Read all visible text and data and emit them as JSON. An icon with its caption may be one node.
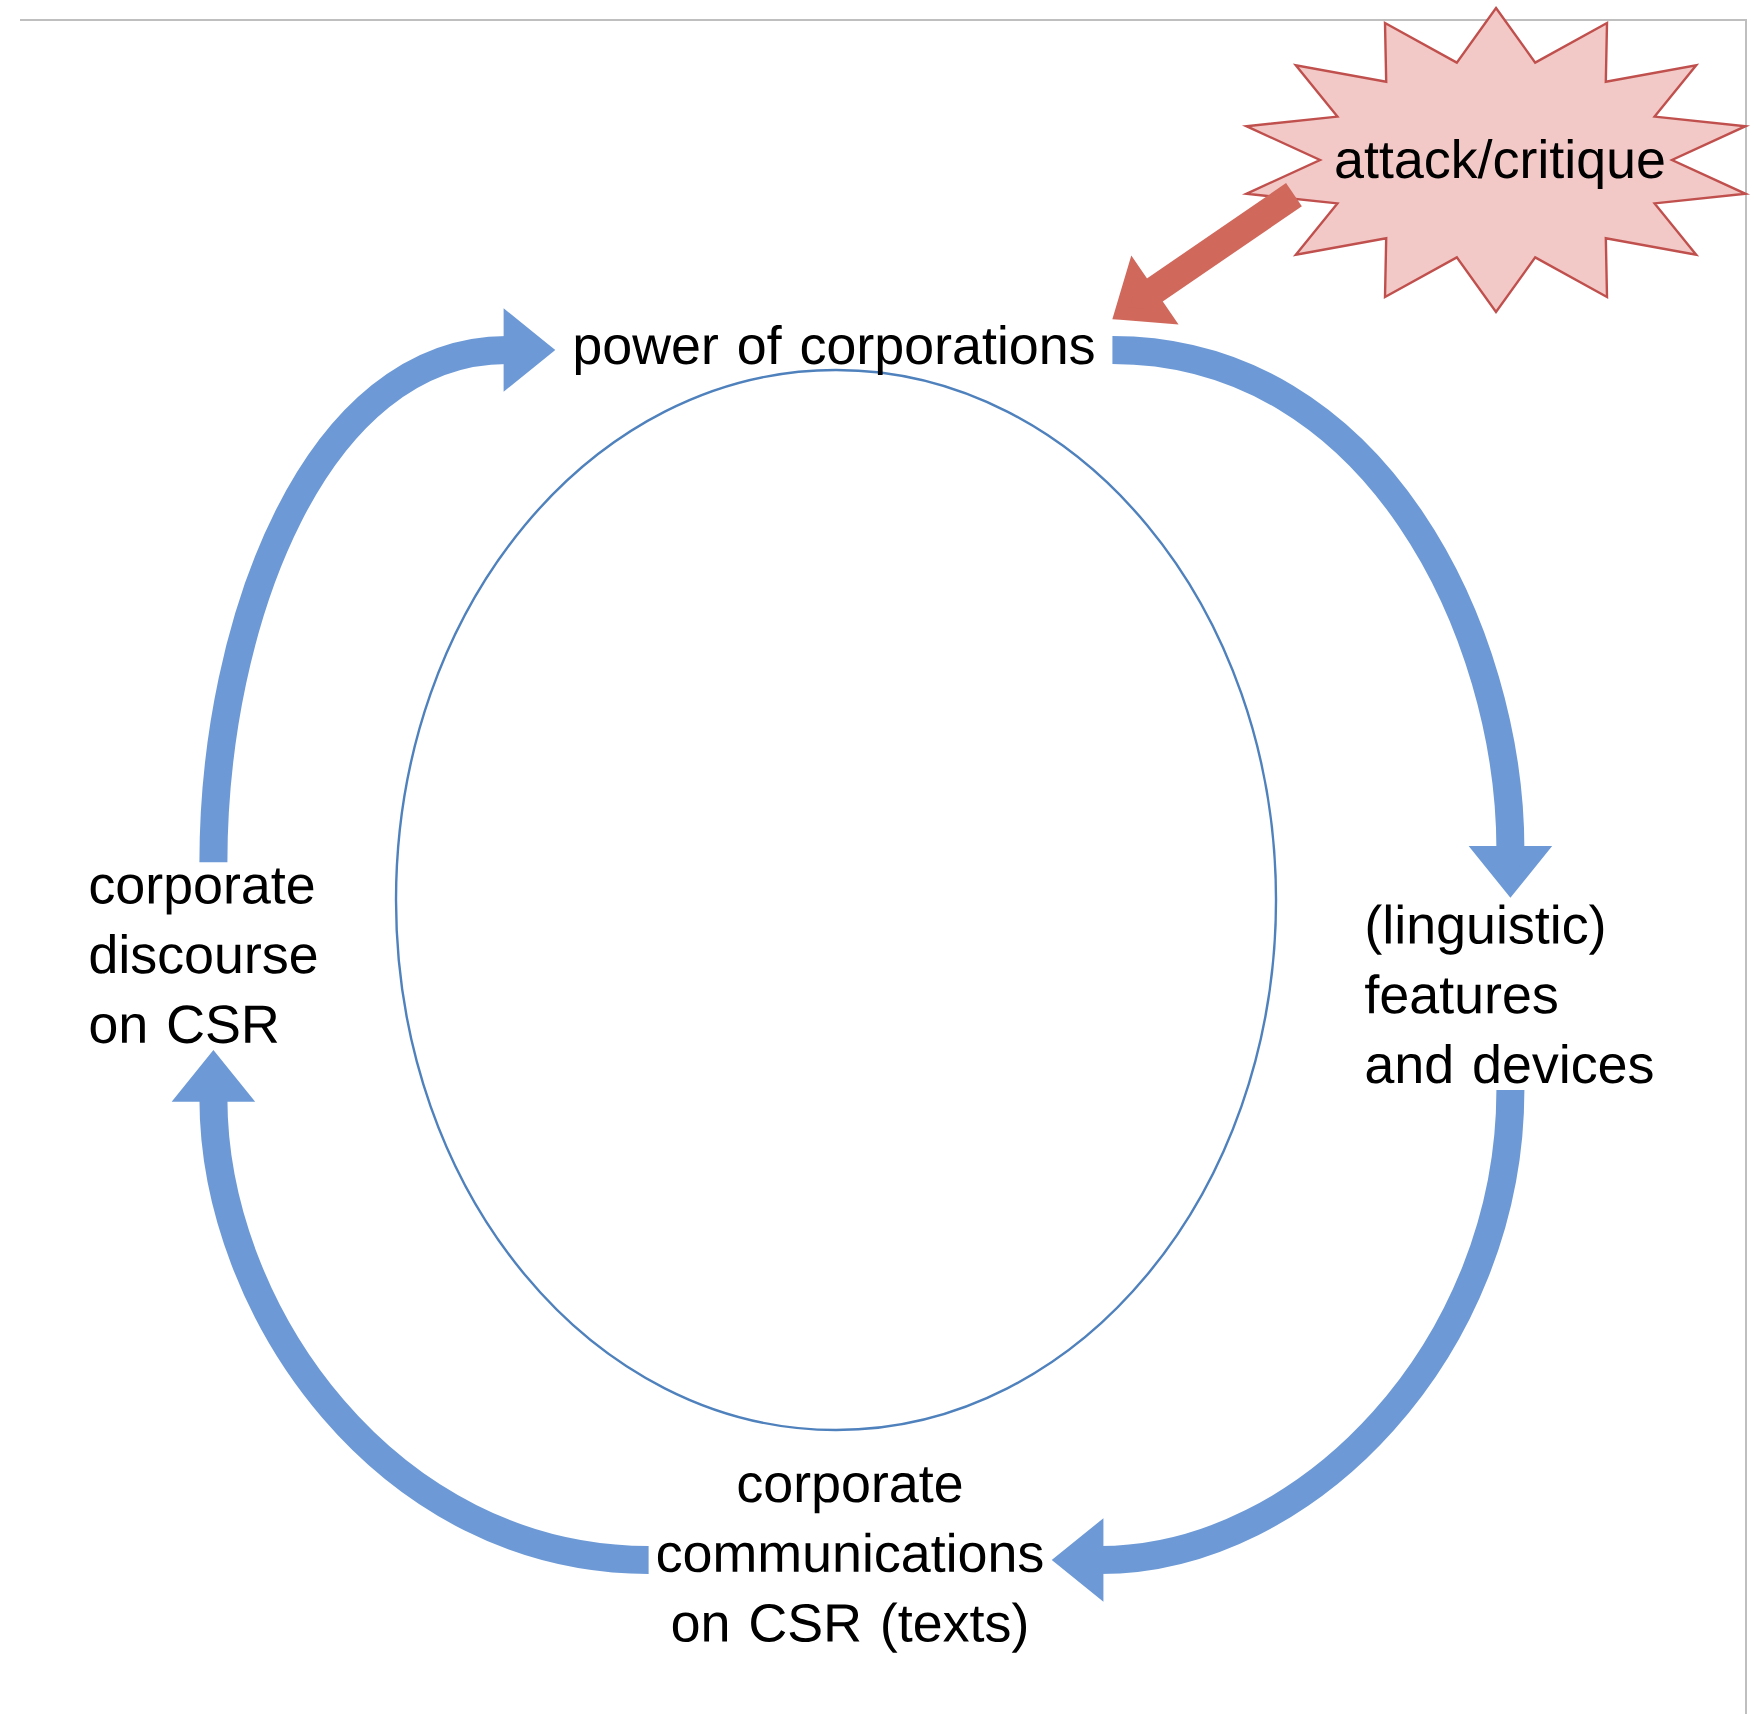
{
  "diagram": {
    "nodes": [
      {
        "text": [
          "power of corporations"
        ]
      },
      {
        "text": [
          "(linguistic) features and devices"
        ]
      },
      {
        "text": [
          "corporate communications on CSR (texts)"
        ]
      },
      {
        "text": [
          "corporate discourse on CSR"
        ]
      },
      {
        "text": [
          "attack/critique"
        ]
      }
    ],
    "edges": [
      {
        "from": 0,
        "to": 1,
        "arrow": "to"
      },
      {
        "from": 1,
        "to": 2,
        "arrow": "to"
      },
      {
        "from": 2,
        "to": 3,
        "arrow": "to"
      },
      {
        "from": 3,
        "to": 0,
        "arrow": "to"
      },
      {
        "from": 4,
        "to": 0,
        "arrow": "to",
        "color": "#d0685c"
      }
    ]
  }
}
